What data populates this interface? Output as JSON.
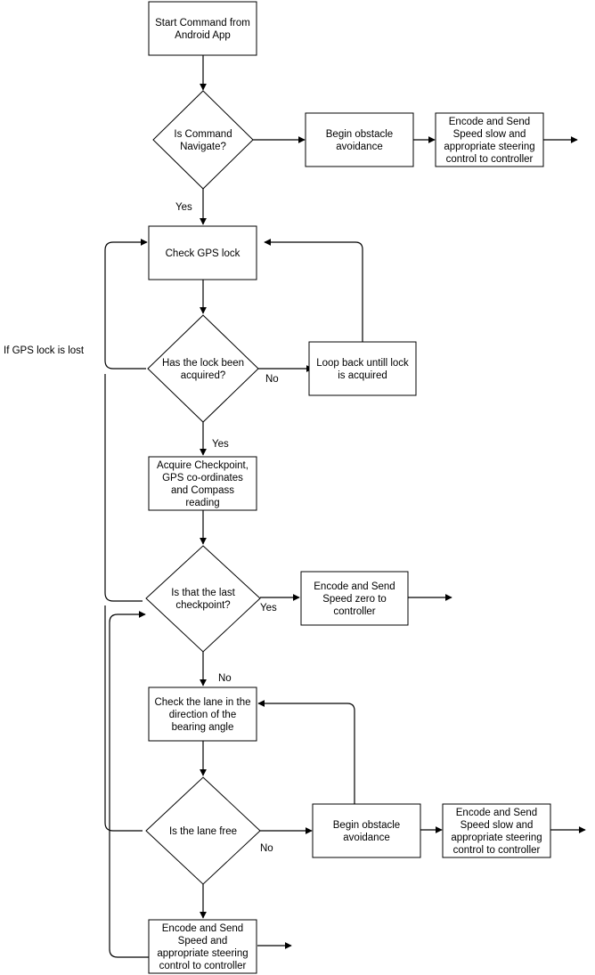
{
  "nodes": {
    "start": [
      "Start Command from",
      "Android App"
    ],
    "is_navigate": [
      "Is Command",
      "Navigate?"
    ],
    "begin_avoid_1": [
      "Begin obstacle",
      "avoidance"
    ],
    "encode_slow_1": [
      "Encode and Send",
      "Speed slow and",
      "appropriate steering",
      "control to controller"
    ],
    "check_gps": [
      "Check GPS lock"
    ],
    "lock_acquired": [
      "Has the lock been",
      "acquired?"
    ],
    "loop_back": [
      "Loop back untill lock",
      "is acquired"
    ],
    "acquire_checkpoint": [
      "Acquire Checkpoint,",
      "GPS co-ordinates",
      "and Compass",
      "reading"
    ],
    "last_checkpoint": [
      "Is that the last",
      "checkpoint?"
    ],
    "encode_zero": [
      "Encode and Send",
      "Speed zero to",
      "controller"
    ],
    "check_lane": [
      "Check the lane in the",
      "direction of the",
      "bearing angle"
    ],
    "lane_free": [
      "Is the lane free"
    ],
    "begin_avoid_2": [
      "Begin obstacle",
      "avoidance"
    ],
    "encode_slow_2": [
      "Encode and Send",
      "Speed slow and",
      "appropriate steering",
      "control to controller"
    ],
    "encode_speed": [
      "Encode and Send",
      "Speed and",
      "appropriate steering",
      "control to controller"
    ]
  },
  "edge_labels": {
    "yes_navigate": "Yes",
    "no_lock": "No",
    "yes_lock": "Yes",
    "yes_last": "Yes",
    "no_last": "No",
    "no_lane": "No",
    "gps_lost": "If GPS lock is lost"
  }
}
